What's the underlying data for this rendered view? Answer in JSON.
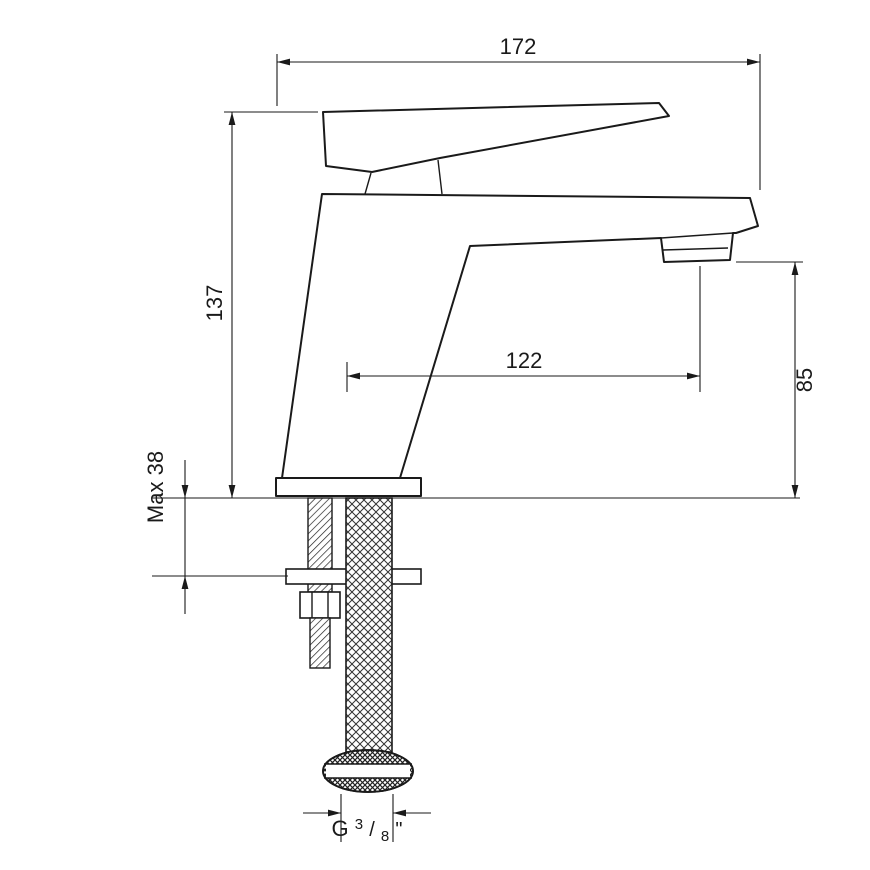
{
  "style": {
    "line_color": "#1a1a1a",
    "background": "#ffffff"
  },
  "dims": {
    "overall_depth": "172",
    "body_height": "137",
    "spout_reach": "122",
    "spout_height": "85",
    "max_counter_thickness": "Max 38",
    "thread": {
      "prefix": "G",
      "numerator": "3",
      "slash": "/",
      "denominator": "8",
      "suffix": "\""
    }
  }
}
